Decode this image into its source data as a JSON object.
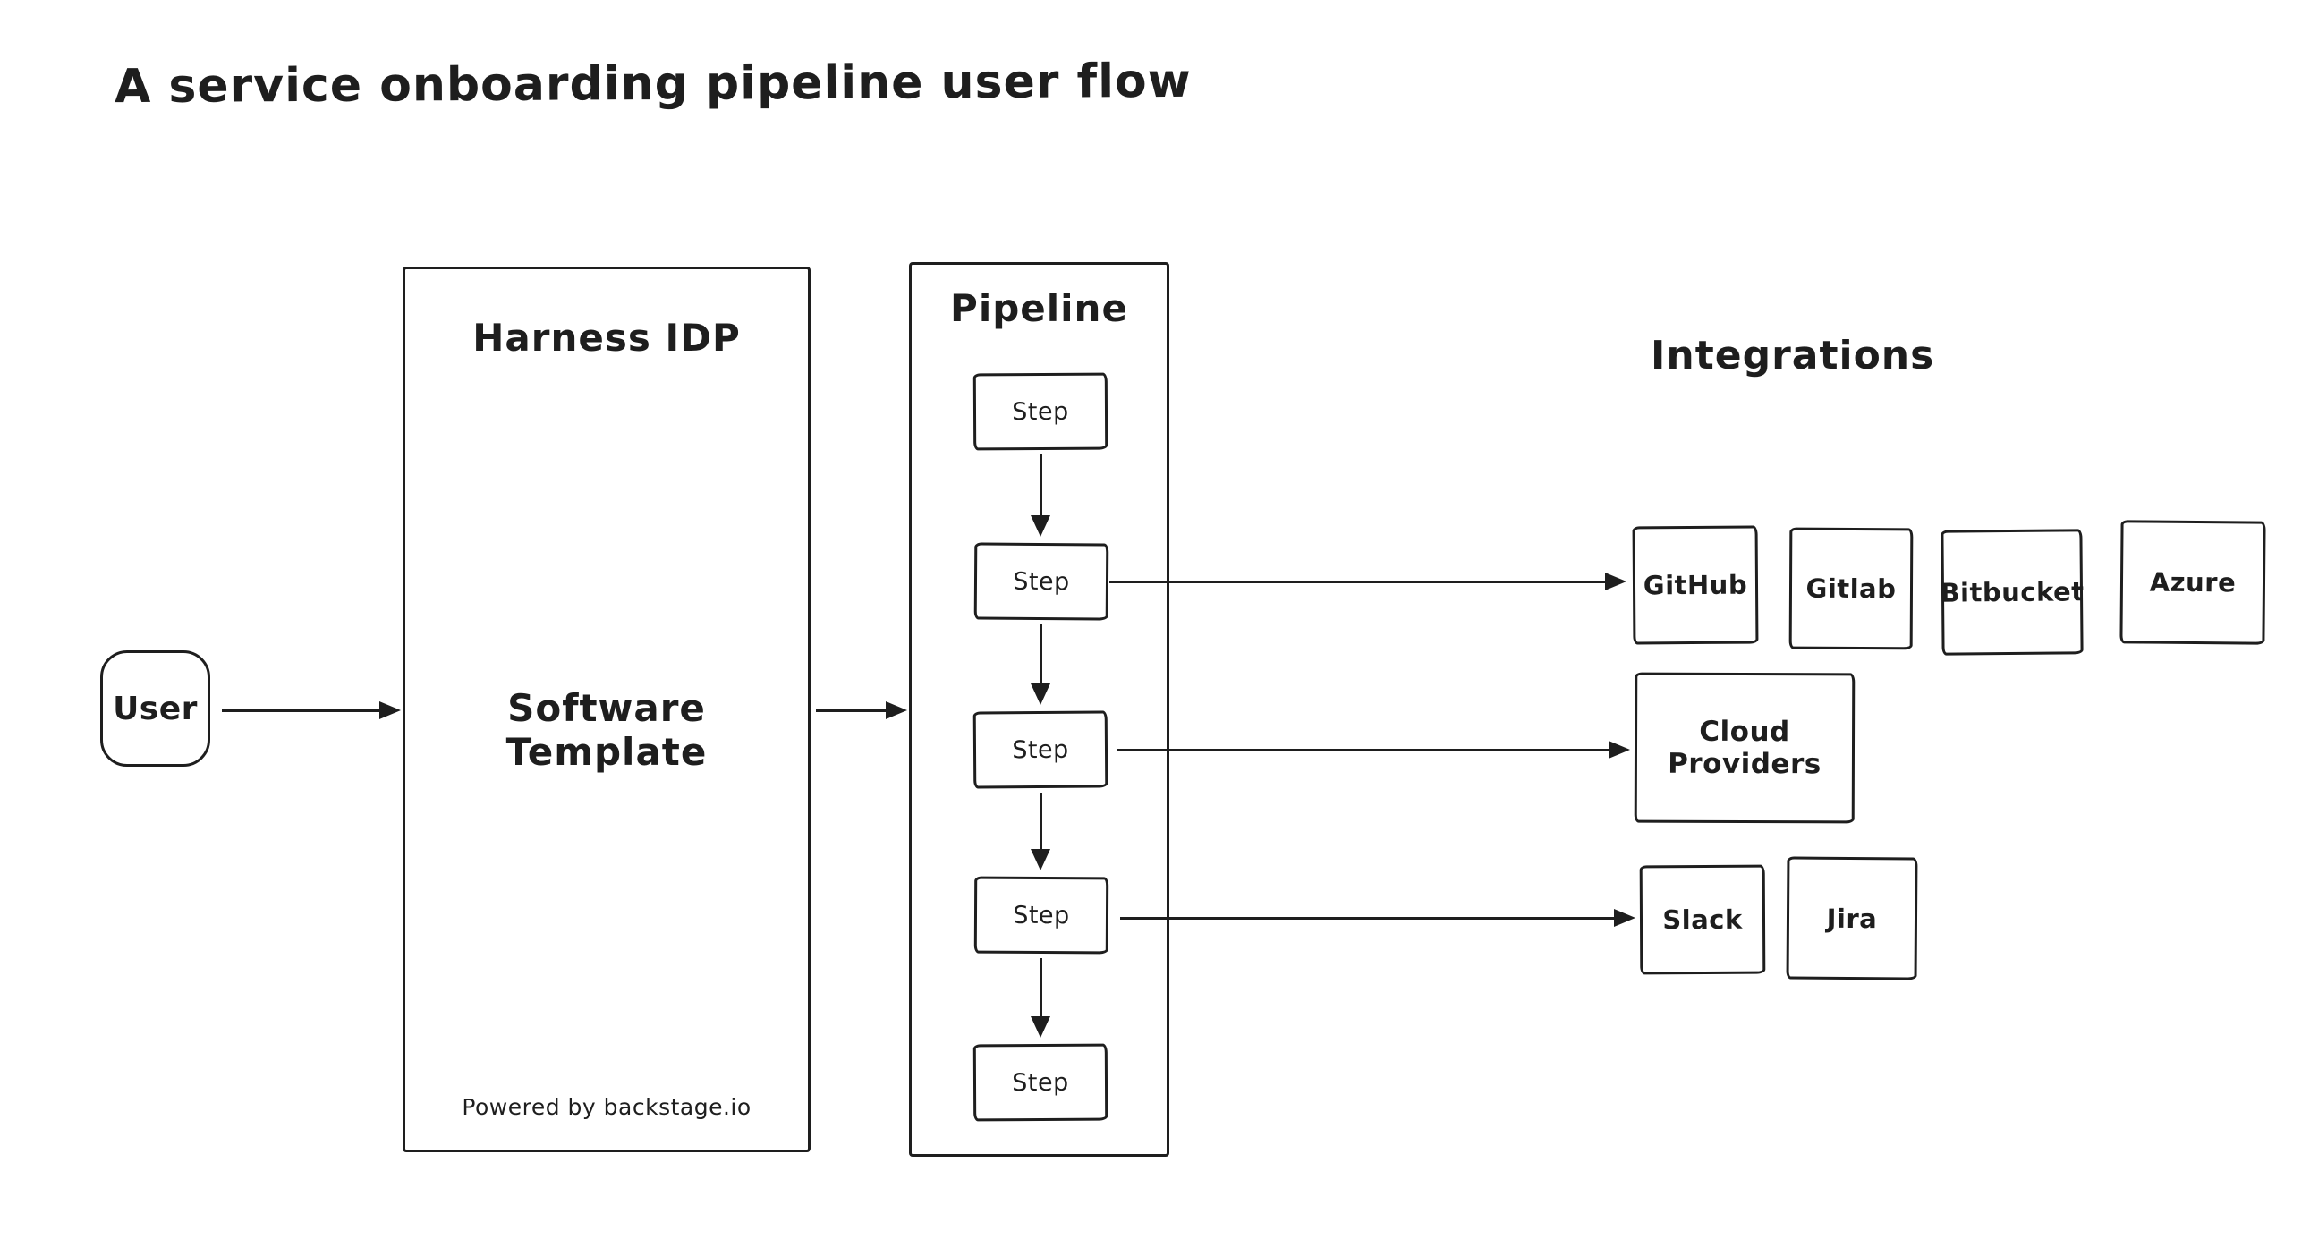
{
  "title": "A service onboarding pipeline user flow",
  "user": {
    "label": "User"
  },
  "harness": {
    "title": "Harness IDP",
    "template_label": "Software Template",
    "footer": "Powered by backstage.io"
  },
  "pipeline": {
    "title": "Pipeline",
    "steps": [
      "Step",
      "Step",
      "Step",
      "Step",
      "Step"
    ]
  },
  "integrations": {
    "title": "Integrations",
    "scm": [
      "GitHub",
      "Gitlab",
      "Bitbucket",
      "Azure"
    ],
    "cloud": "Cloud Providers",
    "collab": [
      "Slack",
      "Jira"
    ]
  },
  "colors": {
    "stroke": "#1e1e1e",
    "background": "#ffffff"
  }
}
